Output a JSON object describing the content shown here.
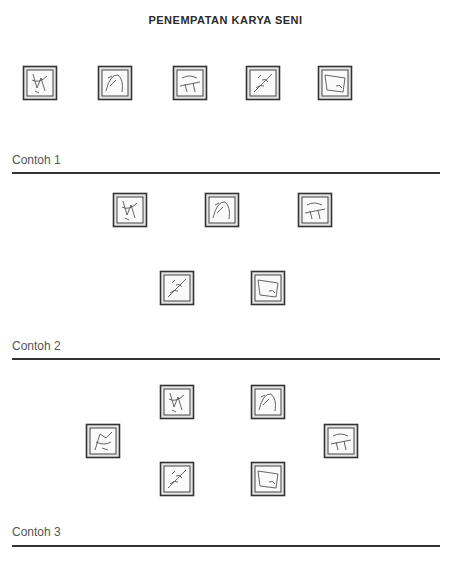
{
  "diagram": {
    "title": "PENEMPATAN KARYA SENI",
    "labels": [
      "Contoh 1",
      "Contoh 2",
      "Contoh 3"
    ]
  }
}
